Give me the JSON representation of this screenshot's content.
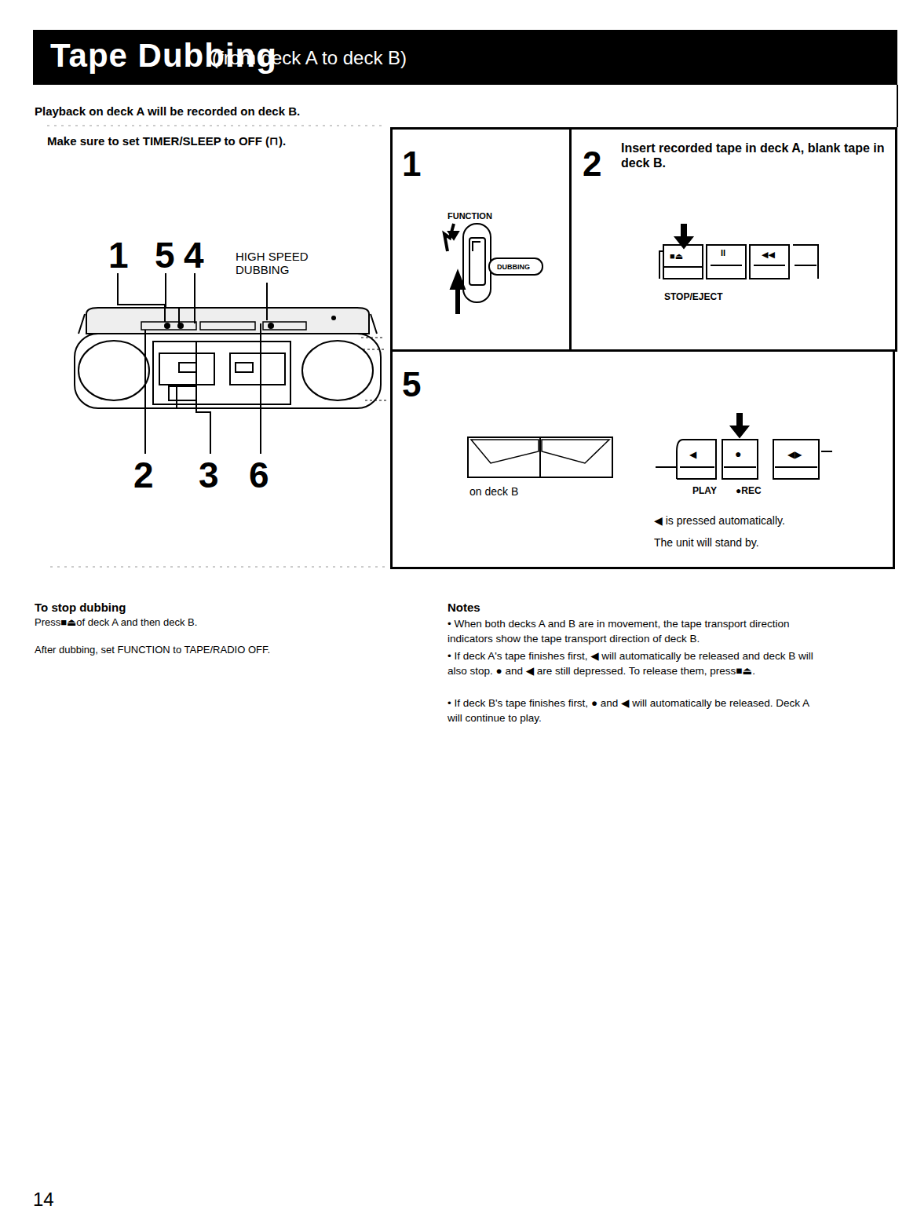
{
  "diagram": {
    "title": "Tape Dubbing",
    "nodes": [
      {
        "text": [
          "1",
          "FUNCTION",
          "DUBBING"
        ]
      },
      {
        "text": [
          "2",
          "Insert recorded tape in deck A, blank tape in deck B.",
          "STOP/EJECT"
        ]
      },
      {
        "text": [
          "5",
          "on deck B",
          "PLAY",
          "●REC",
          "◀ is pressed automatically.",
          "The unit will stand by."
        ]
      }
    ],
    "labels": [
      "(from deck A to deck B)",
      "Playback on deck A will be recorded on deck B.",
      "Make sure to set TIMER/SLEEP to OFF (⊓).",
      "1",
      "5",
      "4",
      "HIGH SPEED DUBBING",
      "2",
      "3",
      "6",
      "To stop dubbing",
      "Press■⏏of deck A and then deck B.",
      "After dubbing, set FUNCTION to TAPE/RADIO OFF.",
      "Notes",
      "• When both decks A and B are in movement, the tape transport direction indicators show the tape transport direction of deck B.",
      "• If deck A's tape finishes first, ◀ will automatically be released and deck B will also stop. ● and ◀ are still depressed. To release them, press■⏏.",
      "• If deck B's tape finishes first, ● and ◀ will automatically be released. Deck A will continue to play.",
      "14",
      "■⏏",
      "II",
      "◀◀",
      "◀",
      "●",
      "◀▶"
    ]
  }
}
